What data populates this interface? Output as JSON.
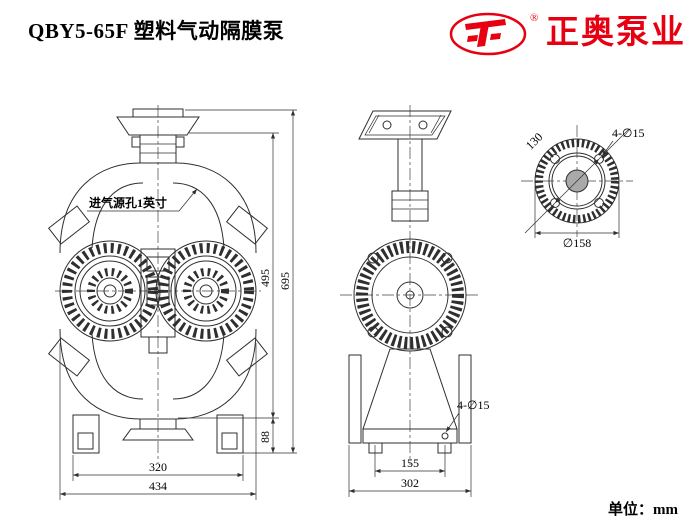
{
  "header": {
    "title": "QBY5-65F 塑料气动隔膜泵"
  },
  "logo": {
    "brand": "正奥泵业",
    "registered": "®",
    "color": "#e60012"
  },
  "front_view": {
    "callout": "进气源孔1英寸",
    "dims": {
      "width_feet": "320",
      "width_total": "434",
      "height_foot": "88",
      "height_body": "495",
      "height_total": "695"
    }
  },
  "side_view": {
    "dims": {
      "width_base": "155",
      "width_total": "302",
      "holes": "4-∅15"
    }
  },
  "top_view": {
    "dims": {
      "bolt_spacing": "130",
      "outer_diameter": "∅158",
      "holes": "4-∅15"
    }
  },
  "footer": {
    "unit": "单位：mm"
  }
}
